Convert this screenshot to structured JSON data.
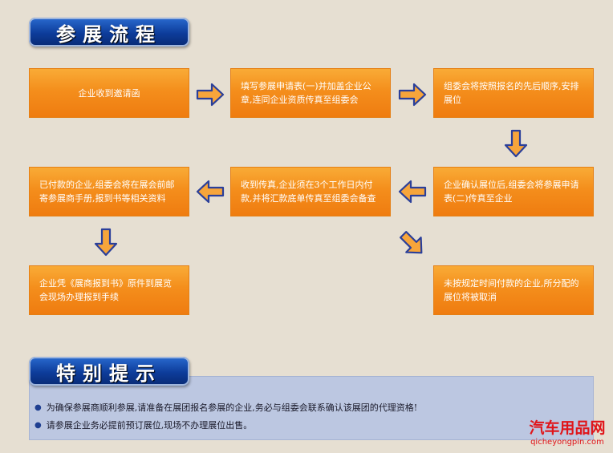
{
  "section1_title": "参展流程",
  "steps": [
    "企业收到邀请函",
    "填写参展申请表(一)并加盖企业公章,连同企业资质传真至组委会",
    "组委会将按照报名的先后顺序,安排展位",
    "企业确认展位后,组委会将参展申请表(二)传真至企业",
    "收到传真,企业须在3个工作日内付款,并将汇款底单传真至组委会备查",
    "已付款的企业,组委会将在展会前邮寄参展商手册,报到书等相关资料",
    "企业凭《展商报到书》原件到展览会现场办理报到手续",
    "未按规定时间付款的企业,所分配的展位将被取消"
  ],
  "section2_title": "特别提示",
  "notes": [
    "为确保参展商顺利参展,请准备在展团报名参展的企业,务必与组委会联系确认该展团的代理资格!",
    "请参展企业务必提前预订展位,现场不办理展位出售。"
  ],
  "watermark": {
    "cn": "汽车用品网",
    "en": "qicheyongpin.com"
  },
  "colors": {
    "box": "#f48e1c",
    "arrow": "#f7a53b",
    "arrow_outline": "#2a3f9a",
    "banner": "#0d3c9a",
    "notes_bg": "#bcc7e1"
  }
}
